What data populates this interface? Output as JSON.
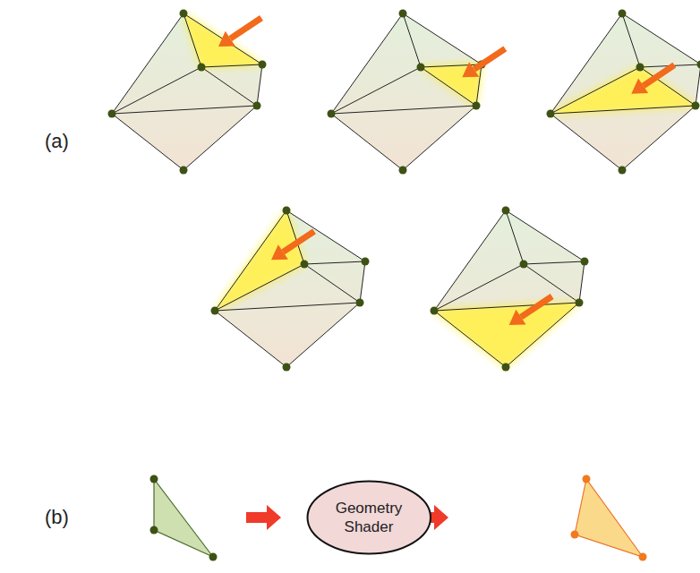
{
  "diagram": {
    "nodes": [
      {
        "text": [
          "Geometry Shader"
        ]
      }
    ],
    "labels": [
      "(a)",
      "(b)"
    ]
  }
}
